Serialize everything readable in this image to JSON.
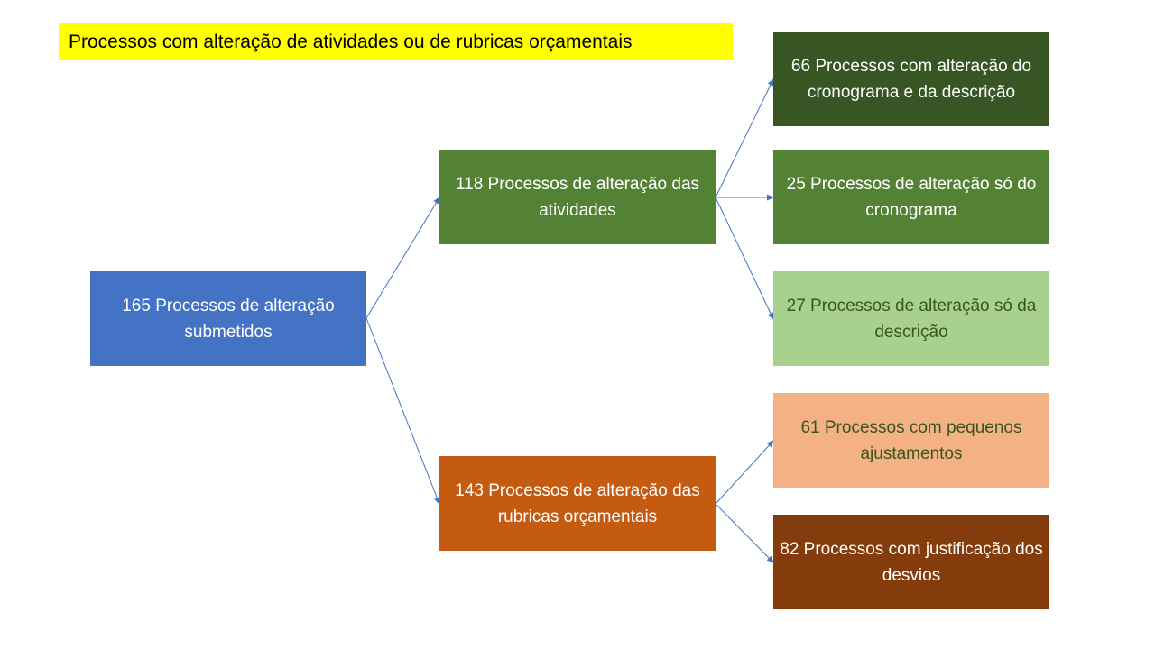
{
  "title": "Processos com alteração de atividades ou de rubricas orçamentais",
  "colors": {
    "title_bg": "#ffff00",
    "root": "#4472c4",
    "activities": "#548235",
    "budget": "#c55a11",
    "activities_both": "#375623",
    "activities_schedule": "#548235",
    "activities_description": "#a9d18e",
    "budget_small": "#f4b183",
    "budget_justified": "#843c0c",
    "connector": "#4472c4"
  },
  "nodes": {
    "root": {
      "count": "165",
      "label": "165 Processos de alteração submetidos"
    },
    "activities": {
      "count": "118",
      "label": "118 Processos de alteração das atividades"
    },
    "budget": {
      "count": "143",
      "label": "143 Processos de alteração das rubricas orçamentais"
    },
    "activities_both": {
      "count": "66",
      "label": "66 Processos com alteração do cronograma e da descrição"
    },
    "activities_schedule": {
      "count": "25",
      "label": "25 Processos de alteração só do cronograma"
    },
    "activities_description": {
      "count": "27",
      "label": "27 Processos de alteração só da descrição"
    },
    "budget_small": {
      "count": "61",
      "label": "61 Processos com pequenos ajustamentos"
    },
    "budget_justified": {
      "count": "82",
      "label": "82 Processos com justificação dos desvios"
    }
  }
}
